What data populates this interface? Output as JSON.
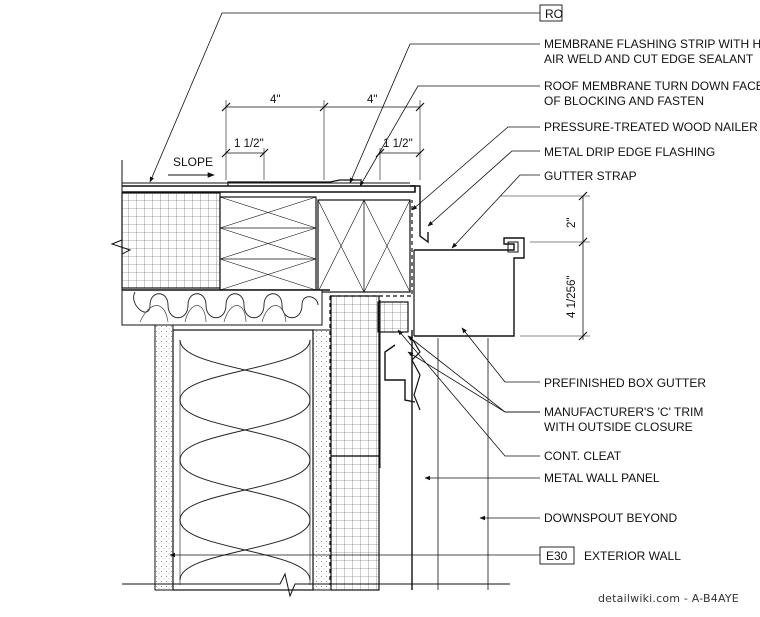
{
  "callouts": {
    "top_tag": "RO",
    "membrane_flashing_1": "MEMBRANE FLASHING STRIP WITH HOT",
    "membrane_flashing_2": "AIR WELD AND CUT EDGE SEALANT",
    "roof_membrane_1": "ROOF MEMBRANE TURN DOWN FACE",
    "roof_membrane_2": "OF BLOCKING AND FASTEN",
    "wood_nailer": "PRESSURE-TREATED WOOD NAILER",
    "drip_edge": "METAL DRIP EDGE FLASHING",
    "gutter_strap": "GUTTER STRAP",
    "box_gutter": "PREFINISHED BOX GUTTER",
    "c_trim_1": "MANUFACTURER'S 'C' TRIM",
    "c_trim_2": "WITH OUTSIDE CLOSURE",
    "cont_cleat": "CONT. CLEAT",
    "metal_wall_panel": "METAL WALL PANEL",
    "downspout": "DOWNSPOUT BEYOND",
    "exterior_wall_tag": "E30",
    "exterior_wall": "EXTERIOR WALL"
  },
  "dimensions": {
    "dim_4_left": "4\"",
    "dim_4_right": "4\"",
    "dim_1half_left": "1 1/2\"",
    "dim_1half_right": "1 1/2\"",
    "dim_2": "2\"",
    "dim_gutter": "4 1/256\""
  },
  "slope_label": "SLOPE",
  "watermark": "detailwiki.com - A-B4AYE"
}
